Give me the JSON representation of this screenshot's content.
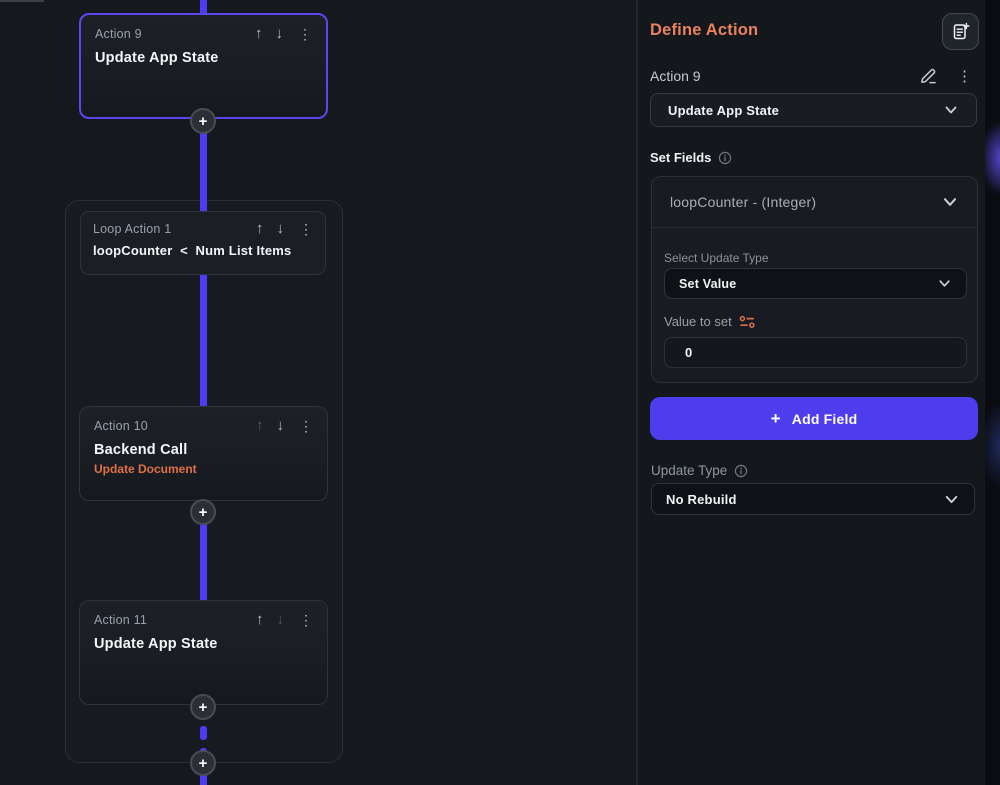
{
  "colors": {
    "accent_orange": "#e8835c",
    "flow_line_purple": "#4e3cf2",
    "selected_node_border": "#5a47f2",
    "primary_button_purple": "#4d3ded",
    "subtitle_orange": "#e07047"
  },
  "canvas": {
    "plus_label": "+",
    "up_arrow": "↑",
    "down_arrow": "↓",
    "kebab": "⋮",
    "nodes": [
      {
        "label": "Action 9",
        "title": "Update App State",
        "selected": true,
        "up_disabled": false,
        "down_disabled": false
      },
      {
        "label": "Loop Action 1",
        "title": "loopCounter  <  Num List Items",
        "selected": false,
        "up_disabled": false,
        "down_disabled": false
      },
      {
        "label": "Action 10",
        "title": "Backend Call",
        "subtitle": "Update Document",
        "selected": false,
        "up_disabled": true,
        "down_disabled": false
      },
      {
        "label": "Action 11",
        "title": "Update App State",
        "selected": false,
        "up_disabled": false,
        "down_disabled": true
      }
    ]
  },
  "panel": {
    "title": "Define Action",
    "action_name": "Action 9",
    "action_type_value": "Update App State",
    "set_fields_label": "Set Fields",
    "field_selector_value": "loopCounter - (Integer)",
    "select_update_type_label": "Select Update Type",
    "update_type_value": "Set Value",
    "value_to_set_label": "Value to set",
    "value_input": "0",
    "add_field_plus": "+",
    "add_field_label": "Add Field",
    "rebuild_label": "Update Type",
    "rebuild_value": "No Rebuild"
  }
}
